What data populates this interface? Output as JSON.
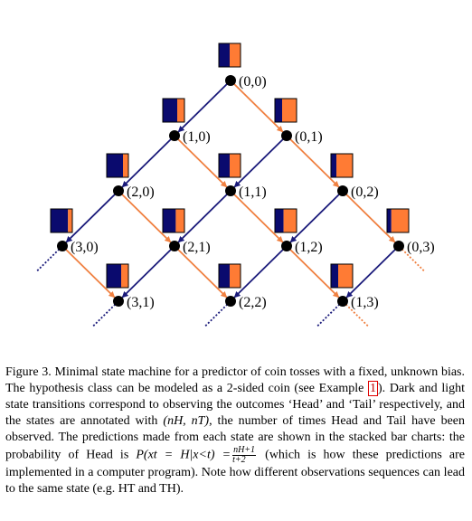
{
  "colors": {
    "head_bar": "#0a0a6e",
    "tail_bar": "#ff7b34",
    "head_arrow": "#1a1a7a",
    "tail_arrow": "#f08040",
    "node": "#000000"
  },
  "diagram": {
    "states": [
      {
        "nh": 0,
        "nt": 0,
        "label": "(0,0)"
      },
      {
        "nh": 1,
        "nt": 0,
        "label": "(1,0)"
      },
      {
        "nh": 0,
        "nt": 1,
        "label": "(0,1)"
      },
      {
        "nh": 2,
        "nt": 0,
        "label": "(2,0)"
      },
      {
        "nh": 1,
        "nt": 1,
        "label": "(1,1)"
      },
      {
        "nh": 0,
        "nt": 2,
        "label": "(0,2)"
      },
      {
        "nh": 3,
        "nt": 0,
        "label": "(3,0)"
      },
      {
        "nh": 2,
        "nt": 1,
        "label": "(2,1)"
      },
      {
        "nh": 1,
        "nt": 2,
        "label": "(1,2)"
      },
      {
        "nh": 0,
        "nt": 3,
        "label": "(0,3)"
      },
      {
        "nh": 3,
        "nt": 1,
        "label": "(3,1)"
      },
      {
        "nh": 2,
        "nt": 2,
        "label": "(2,2)"
      },
      {
        "nh": 1,
        "nt": 3,
        "label": "(1,3)"
      }
    ]
  },
  "caption": {
    "fig_label": "Figure 3.",
    "p1": "Minimal state machine for a predictor of coin tosses with a fixed, unknown bias. The hypothesis class can be modeled as a 2-sided coin (see Example",
    "ref": "1",
    "p2": "). Dark and light state transitions correspond to observing the outcomes ‘Head’ and ‘Tail’ respectively, and the states are annotated with",
    "annot": "(nH, nT)",
    "p3": ", the number of times Head and Tail have been observed. The predictions made from each state are shown in the stacked bar charts: the probability of Head is",
    "formula": "P(xt = H|x<t) =",
    "frac_num": "nH+1",
    "frac_den": "t+2",
    "p4": "(which is how these predictions are implemented in a computer program). Note how different observations sequences can lead to the same state (e.g. HT and TH)."
  }
}
